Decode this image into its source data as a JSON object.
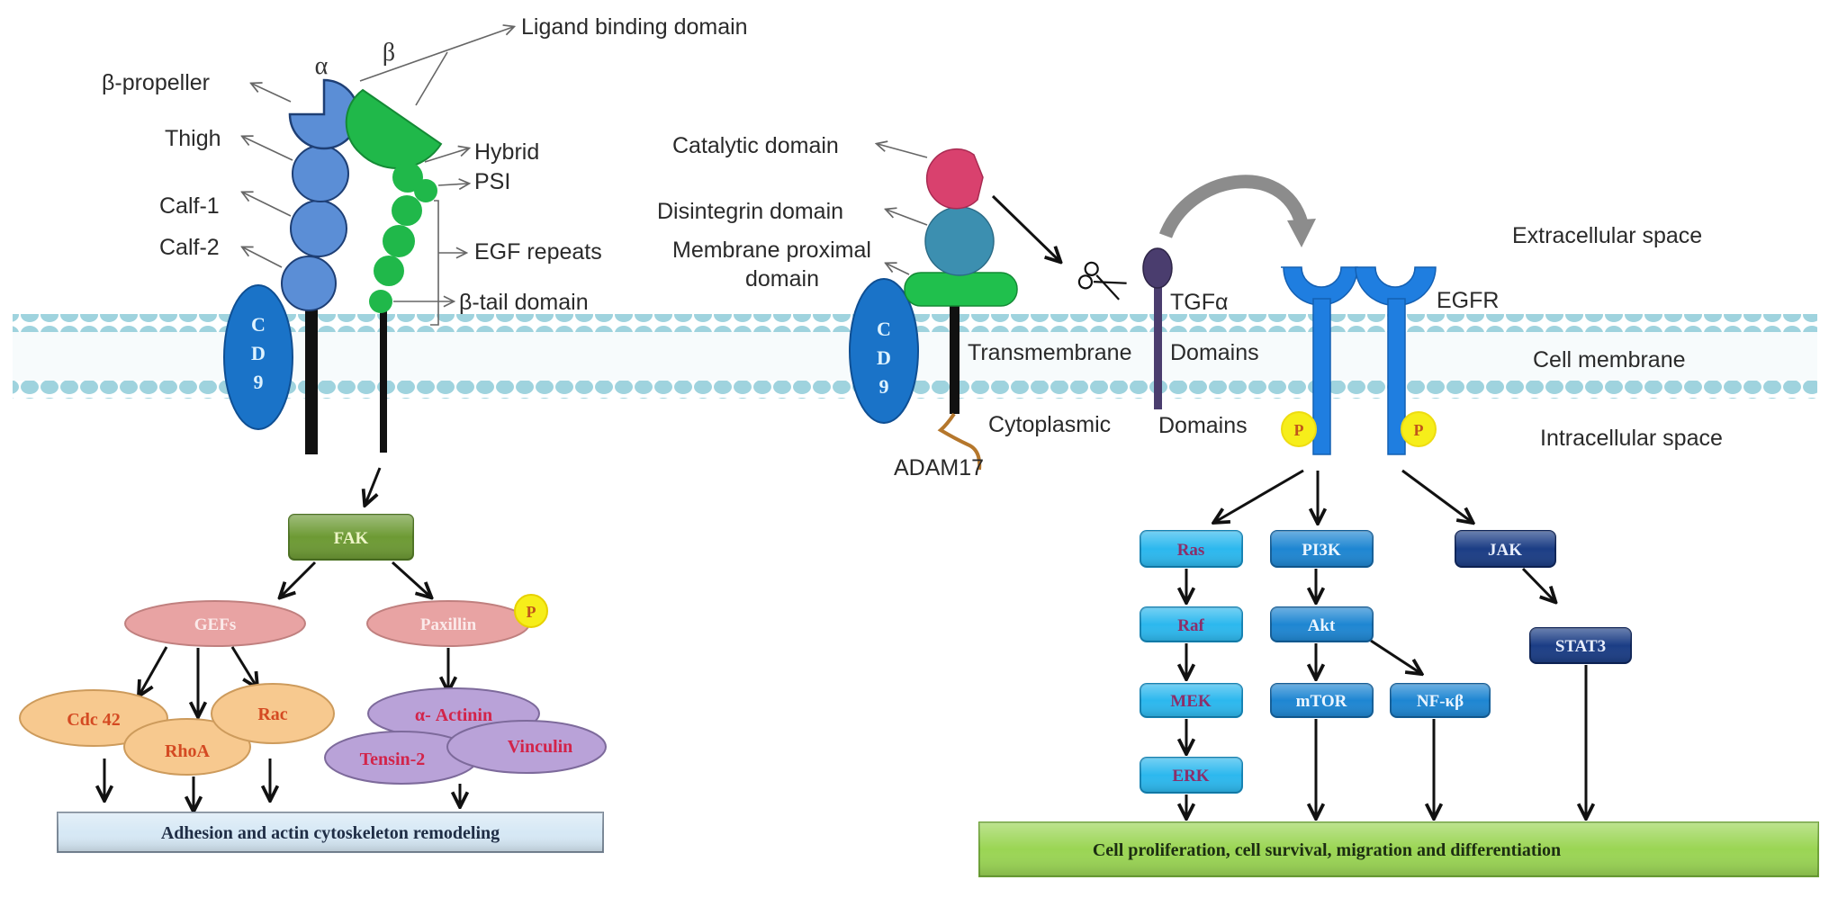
{
  "figure": {
    "integrin": {
      "alpha_label": "α",
      "beta_label": "β",
      "domains": {
        "ligand_binding": "Ligand binding domain",
        "beta_propeller": "β-propeller",
        "thigh": "Thigh",
        "calf1": "Calf-1",
        "calf2": "Calf-2",
        "hybrid": "Hybrid",
        "psi": "PSI",
        "egf_repeats": "EGF repeats",
        "beta_tail": "β-tail domain"
      },
      "cd9": [
        "C",
        "D",
        "9"
      ]
    },
    "adam17": {
      "name": "ADAM17",
      "catalytic": "Catalytic domain",
      "disintegrin": "Disintegrin domain",
      "membrane_proximal_1": "Membrane proximal",
      "membrane_proximal_2": "domain",
      "transmembrane": "Transmembrane",
      "cytoplasmic": "Cytoplasmic",
      "cd9": [
        "C",
        "D",
        "9"
      ]
    },
    "tgfa": {
      "name": "TGFα",
      "domains_1": "Domains",
      "domains_2": "Domains"
    },
    "egfr": {
      "name": "EGFR",
      "phospho": "P"
    },
    "regions": {
      "extracellular": "Extracellular space",
      "membrane": "Cell membrane",
      "intracellular": "Intracellular space"
    },
    "left_pathway": {
      "fak": "FAK",
      "gefs": "GEFs",
      "paxillin": "Paxillin",
      "paxillin_p": "P",
      "cdc42": "Cdc 42",
      "rhoa": "RhoA",
      "rac": "Rac",
      "actinin": "α- Actinin",
      "tensin2": "Tensin-2",
      "vinculin": "Vinculin",
      "outcome": "Adhesion and actin cytoskeleton remodeling"
    },
    "right_pathway": {
      "ras": "Ras",
      "raf": "Raf",
      "mek": "MEK",
      "erk": "ERK",
      "pi3k": "PI3K",
      "akt": "Akt",
      "mtor": "mTOR",
      "nfkb": "NF-κβ",
      "jak": "JAK",
      "stat3": "STAT3",
      "outcome": "Cell proliferation,  cell survival, migration  and differentiation"
    },
    "colors": {
      "alpha_blue": "#5b8ed6",
      "beta_green": "#20b84a",
      "cd9_blue": "#1a73c8",
      "membrane": "#9fd3de",
      "catalytic_pink": "#d9416e",
      "disintegrin_teal": "#3c8fb0",
      "tgfa_purple": "#4a3d6e",
      "egfr_blue": "#1f7ee0",
      "phospho_yellow": "#f6ee1a",
      "fak_green": "#6d9a34",
      "gef_pink": "#e8a3a3",
      "rho_orange": "#f7c98f",
      "actin_purple": "#b9a2d8",
      "ras_cyan": "#2cb8ee",
      "pi3k_blue": "#1e86d2",
      "jak_navy": "#1b3d85",
      "outcome_green": "#9ad554",
      "outcome_blue": "#d6e8f5"
    }
  }
}
